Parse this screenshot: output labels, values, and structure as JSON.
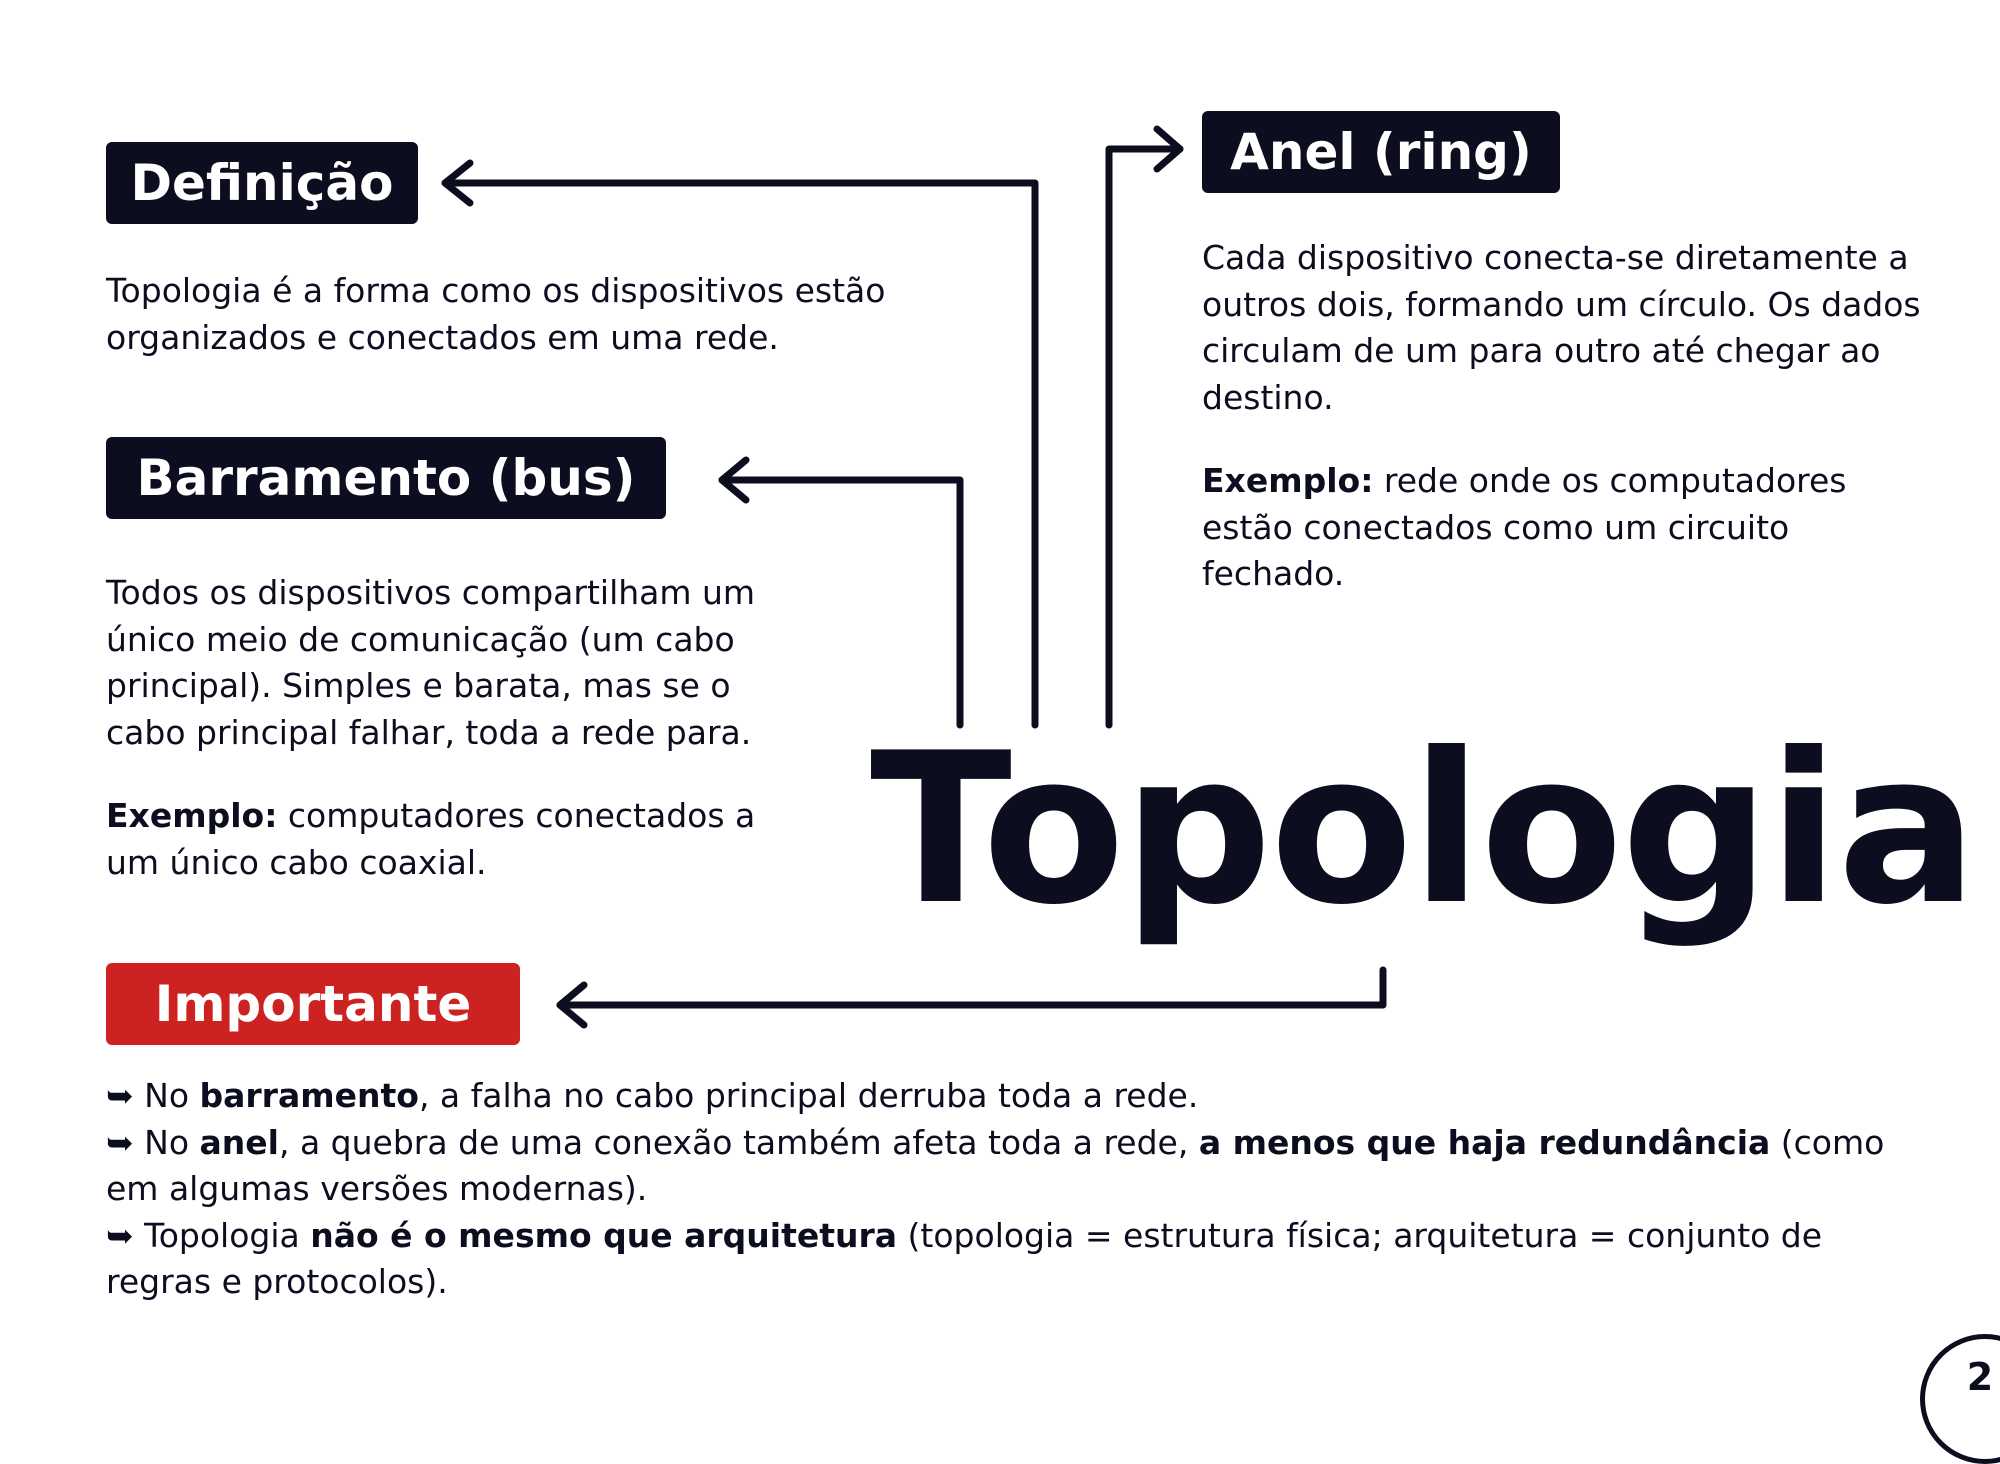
{
  "title": "Topologia",
  "sections": {
    "definicao": {
      "label": "Definição",
      "text": "Topologia é a forma como os dispositivos estão organizados e conectados em uma rede."
    },
    "barramento": {
      "label": "Barramento (bus)",
      "text": "Todos os dispositivos compartilham um único meio de comunicação (um cabo principal). Simples e barata, mas se o cabo principal falhar, toda a rede para.",
      "example_label": "Exemplo:",
      "example_text": " computadores conectados a um único cabo coaxial."
    },
    "anel": {
      "label": "Anel (ring)",
      "text": "Cada dispositivo conecta-se diretamente a outros dois, formando um círculo. Os dados circulam de um para outro até chegar ao destino.",
      "example_label": "Exemplo:",
      "example_text": " rede onde os computadores estão conectados como um circuito fechado."
    },
    "importante": {
      "label": "Importante",
      "bullet_symbol": "➥",
      "bullets": [
        {
          "pre": " No ",
          "bold": "barramento",
          "post": ", a falha no cabo principal derruba toda a rede."
        },
        {
          "pre": " No ",
          "bold": "anel",
          "mid": ", a quebra de uma conexão também afeta toda a rede, ",
          "bold2": "a menos que haja redundância",
          "post": " (como em algumas versões modernas)."
        },
        {
          "pre": " Topologia ",
          "bold": "não é o mesmo que arquitetura",
          "post": " (topologia = estrutura física; arquitetura = conjunto de regras e protocolos)."
        }
      ]
    }
  },
  "page_number": "2",
  "colors": {
    "ink": "#0c0d1f",
    "accent_red": "#cc2222",
    "background": "#ffffff"
  }
}
